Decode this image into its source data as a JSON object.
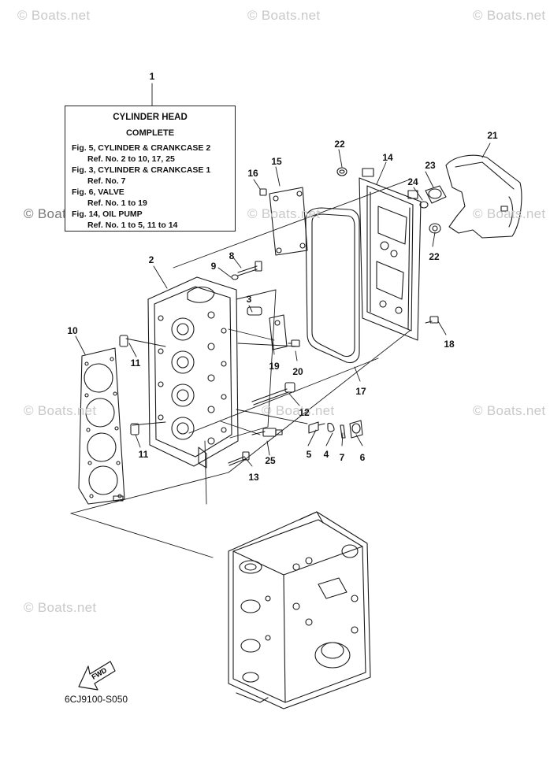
{
  "watermarks": [
    "© Boats.net",
    "© Boats.net",
    "© Boats.net",
    "© Boats.net",
    "© Boats.net",
    "© Boats.net",
    "© Boats.net",
    "© Boats.net",
    "© Boats.net",
    "© Boats.net"
  ],
  "note": {
    "title": "CYLINDER HEAD",
    "subtitle": "COMPLETE",
    "lines": [
      "Fig. 5, CYLINDER & CRANKCASE 2",
      "Ref. No. 2 to 10, 17, 25",
      "Fig. 3, CYLINDER & CRANKCASE 1",
      "Ref. No. 7",
      "Fig. 6, VALVE",
      "Ref. No. 1 to 19",
      "Fig. 14, OIL PUMP",
      "Ref. No. 1 to 5, 11 to 14"
    ]
  },
  "callouts": [
    "1",
    "2",
    "3",
    "4",
    "5",
    "6",
    "7",
    "8",
    "9",
    "10",
    "11",
    "11",
    "12",
    "13",
    "14",
    "15",
    "16",
    "17",
    "18",
    "19",
    "20",
    "21",
    "22",
    "22",
    "23",
    "24",
    "25"
  ],
  "fwd_label": "FWD",
  "diagram_code": "6CJ9100-S050"
}
